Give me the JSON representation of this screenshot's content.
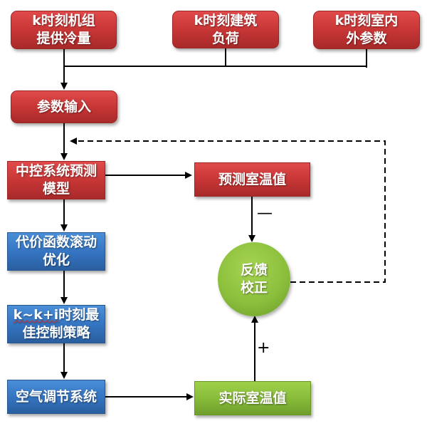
{
  "nodes": {
    "unit_cooling": "k时刻机组\n提供冷量",
    "building_load": "k时刻建筑\n负荷",
    "indoor_outdoor": "k时刻室内\n外参数",
    "param_input": "参数输入",
    "prediction_model": "中控系统预测\n模型",
    "predicted_temp": "预测室温值",
    "cost_optimization": "代价函数滚动\n优化",
    "best_strategy_prefix": "k~k+i",
    "best_strategy_rest": "时刻最\n佳控制策略",
    "ac_system": "空气调节系统",
    "actual_temp": "实际室温值",
    "feedback_correction": "反馈\n校正"
  },
  "signs": {
    "minus": "—",
    "plus": "+"
  },
  "colors": {
    "red": "#c83636",
    "blue": "#3575c2",
    "green": "#88bc3a",
    "line": "#000000"
  }
}
